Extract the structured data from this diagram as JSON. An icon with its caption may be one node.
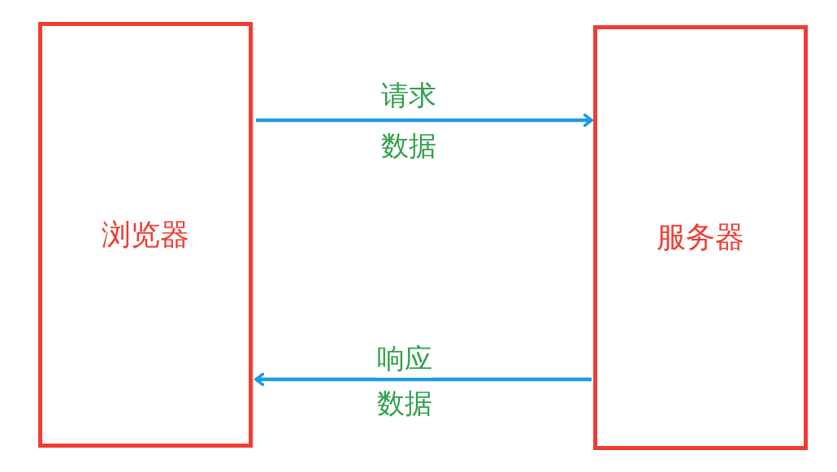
{
  "diagram": {
    "nodes": [
      {
        "text": [
          "浏览器"
        ]
      },
      {
        "text": [
          "服务器"
        ]
      }
    ],
    "edges": [
      {
        "from": 0,
        "to": 1,
        "arrow": "to",
        "label": "请求"
      },
      {
        "from": 1,
        "to": 0,
        "arrow": "to",
        "label": "响应"
      }
    ],
    "labels": [
      "数据",
      "数据"
    ]
  }
}
